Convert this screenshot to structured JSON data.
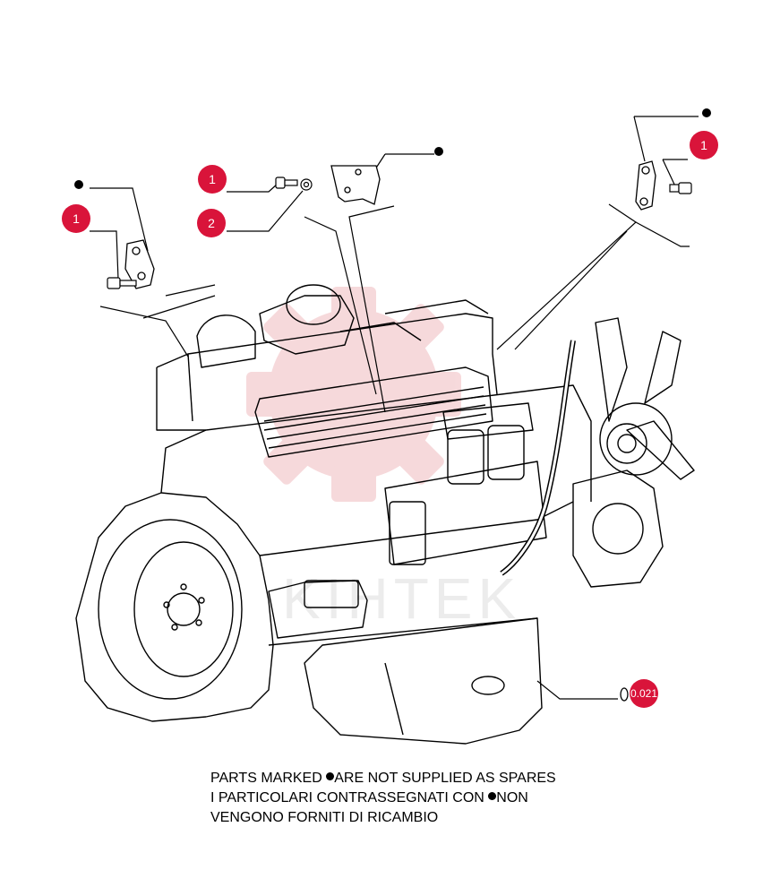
{
  "colors": {
    "callout": "#d9143a",
    "line": "#000000",
    "watermark": "#f2c4c8"
  },
  "callouts": [
    {
      "id": "c1",
      "label": "1"
    },
    {
      "id": "c2",
      "label": "1"
    },
    {
      "id": "c3",
      "label": "2"
    },
    {
      "id": "c4",
      "label": "1"
    },
    {
      "id": "c5",
      "label": "0.021"
    }
  ],
  "note": {
    "line1_a": "PARTS MARKED ",
    "line1_b": "ARE NOT SUPPLIED AS SPARES",
    "line2_a": "I  PARTICOLARI  CONTRASSEGNATI  CON  ",
    "line2_b": "NON",
    "line3": "VENGONO FORNITI DI RICAMBIO"
  }
}
